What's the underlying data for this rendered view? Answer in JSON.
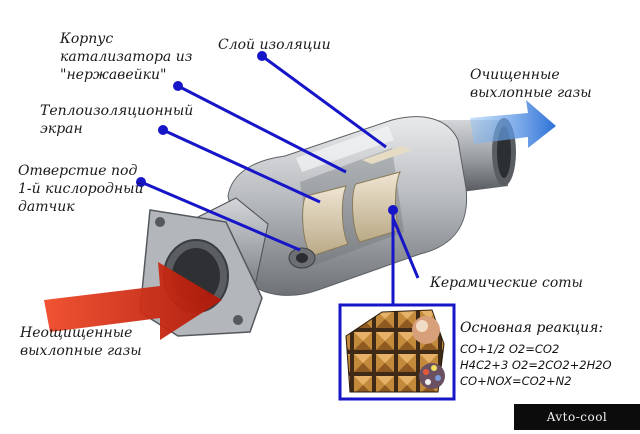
{
  "labels": {
    "housing": [
      "Корпус",
      "катализатора из",
      "\"нержавейки\""
    ],
    "insulation_layer": "Слой изоляции",
    "heat_shield": [
      "Теплоизоляционный",
      "экран"
    ],
    "sensor_hole": [
      "Отверстие под",
      "1-й кислородный",
      "датчик"
    ],
    "cleaned_gas": [
      "Очищенные",
      "выхлопные газы"
    ],
    "ceramic": "Керамические соты",
    "uncleaned_gas": [
      "Неощищенные",
      "выхлопные газы"
    ]
  },
  "reaction": {
    "title": "Основная реакция:",
    "lines": [
      "CO+1/2 O2=CO2",
      "H4C2+3 O2=2CO2+2H2O",
      "CO+NOX=CO2+N2"
    ]
  },
  "watermark": "Avto-cool",
  "colors": {
    "pointer": "#1616c8",
    "inlet_arrow": "#d42a14",
    "outlet_arrow": "#2b6fd6",
    "metal": "#b9bcc0",
    "ceramic": "#d8c8a8"
  }
}
